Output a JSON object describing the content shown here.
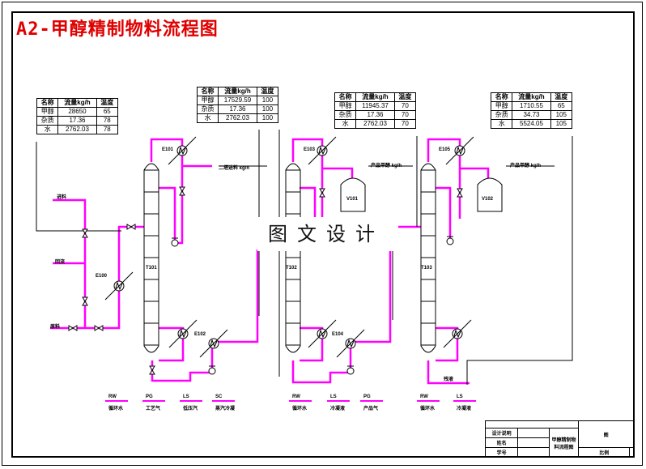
{
  "title": "A2-甲醇精制物料流程图",
  "watermark": "图文设计",
  "colors": {
    "pipe": "#ff00ff",
    "title": "#e00000",
    "line": "#000000"
  },
  "tables": [
    {
      "headers": [
        "名称",
        "流量kg/h",
        "温度"
      ],
      "rows": [
        [
          "甲醇",
          "28650",
          "65"
        ],
        [
          "杂质",
          "17.36",
          "78"
        ],
        [
          "水",
          "2762.03",
          "78"
        ]
      ]
    },
    {
      "headers": [
        "名称",
        "流量kg/h",
        "温度"
      ],
      "rows": [
        [
          "甲醇",
          "17529.59",
          "100"
        ],
        [
          "杂质",
          "17.36",
          "100"
        ],
        [
          "水",
          "2762.03",
          "100"
        ]
      ]
    },
    {
      "headers": [
        "名称",
        "流量kg/h",
        "温度"
      ],
      "rows": [
        [
          "甲醇",
          "11945.37",
          "70"
        ],
        [
          "杂质",
          "17.36",
          "70"
        ],
        [
          "水",
          "2762.03",
          "70"
        ]
      ]
    },
    {
      "headers": [
        "名称",
        "流量kg/h",
        "温度"
      ],
      "rows": [
        [
          "甲醇",
          "1710.55",
          "65"
        ],
        [
          "杂质",
          "34.73",
          "105"
        ],
        [
          "水",
          "5524.05",
          "105"
        ]
      ]
    }
  ],
  "equipment": {
    "column1": "T101",
    "column2": "T102",
    "column3": "T103",
    "cond1": "E101",
    "cond2": "E103",
    "cond3": "E105",
    "tank2": "V101",
    "tank3": "V102",
    "preheater": "E100",
    "reb_label": "E102",
    "reb2_label": "E104"
  },
  "streams": {
    "feed1": "进料",
    "feed2": "回流",
    "feed3": "原料",
    "out1": "二塔进料 kg/h",
    "out2": "产品甲醇 kg/h",
    "out3": "产品甲醇 kg/h",
    "bottom3": "残液"
  },
  "legend": [
    {
      "top": "RW",
      "bottom": "循环水"
    },
    {
      "top": "PG",
      "bottom": "工艺气"
    },
    {
      "top": "LS",
      "bottom": "低压汽"
    },
    {
      "top": "SC",
      "bottom": "蒸汽冷凝"
    },
    {
      "top": "RW",
      "bottom": "循环水"
    },
    {
      "top": "LS",
      "bottom": "冷凝液"
    },
    {
      "top": "PG",
      "bottom": "产品气"
    },
    {
      "top": "RW",
      "bottom": "循环水"
    },
    {
      "top": "LS",
      "bottom": "冷凝液"
    }
  ],
  "title_block": {
    "r1": "设计说明",
    "r2": "姓名",
    "r3": "学号",
    "drawing": "甲醇精制物料流程图",
    "scale": "比例",
    "sheet": "图"
  }
}
